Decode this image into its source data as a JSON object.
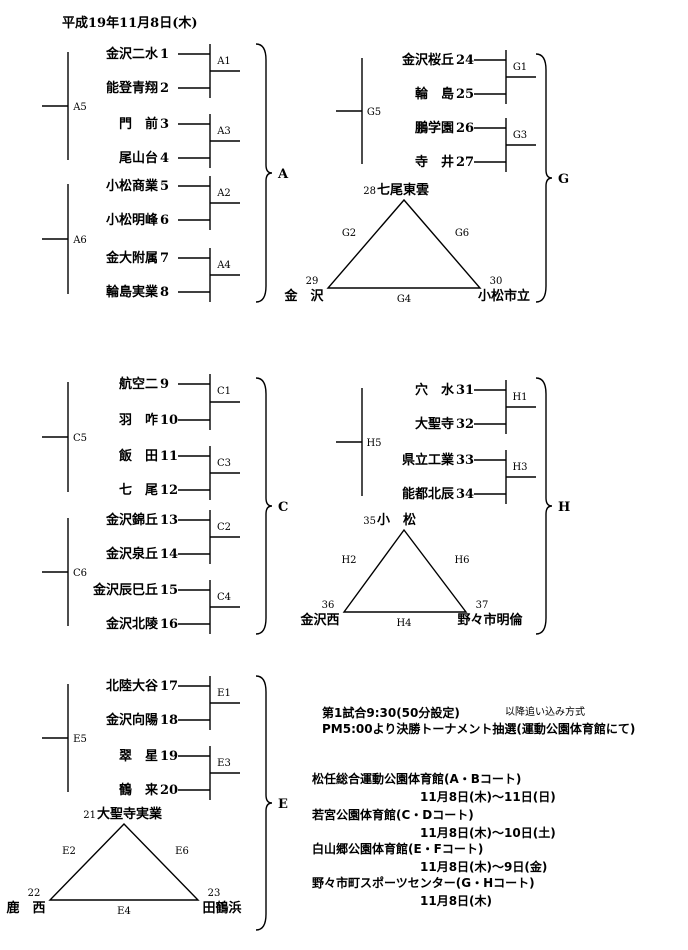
{
  "date": "平成19年11月8日(木)",
  "groups": [
    {
      "letter": "A",
      "teams": [
        {
          "name": "金沢二水",
          "num": "1"
        },
        {
          "name": "能登青翔",
          "num": "2"
        },
        {
          "name": "門　前",
          "num": "3"
        },
        {
          "name": "尾山台",
          "num": "4"
        },
        {
          "name": "小松商業",
          "num": "5"
        },
        {
          "name": "小松明峰",
          "num": "6"
        },
        {
          "name": "金大附属",
          "num": "7"
        },
        {
          "name": "輪島実業",
          "num": "8"
        }
      ],
      "pair_codes": [
        "A1",
        "A3",
        "A2",
        "A4"
      ],
      "semi_codes": [
        "A5",
        "A6"
      ]
    },
    {
      "letter": "C",
      "teams": [
        {
          "name": "航空二",
          "num": "9"
        },
        {
          "name": "羽　咋",
          "num": "10"
        },
        {
          "name": "飯　田",
          "num": "11"
        },
        {
          "name": "七　尾",
          "num": "12"
        },
        {
          "name": "金沢錦丘",
          "num": "13"
        },
        {
          "name": "金沢泉丘",
          "num": "14"
        },
        {
          "name": "金沢辰巳丘",
          "num": "15"
        },
        {
          "name": "金沢北陵",
          "num": "16"
        }
      ],
      "pair_codes": [
        "C1",
        "C3",
        "C2",
        "C4"
      ],
      "semi_codes": [
        "C5",
        "C6"
      ]
    },
    {
      "letter": "E",
      "teams": [
        {
          "name": "北陸大谷",
          "num": "17"
        },
        {
          "name": "金沢向陽",
          "num": "18"
        },
        {
          "name": "翠　星",
          "num": "19"
        },
        {
          "name": "鶴　来",
          "num": "20"
        }
      ],
      "pair_codes": [
        "E1",
        "E3"
      ],
      "semi_codes": [
        "E5"
      ],
      "triangle": {
        "top": {
          "num": "21",
          "name": "大聖寺実業"
        },
        "left": {
          "num": "22",
          "name": "鹿　西"
        },
        "right": {
          "num": "23",
          "name": "田鶴浜"
        },
        "codes": {
          "left": "E2",
          "right": "E6",
          "bottom": "E4"
        }
      }
    },
    {
      "letter": "G",
      "teams": [
        {
          "name": "金沢桜丘",
          "num": "24"
        },
        {
          "name": "輪　島",
          "num": "25"
        },
        {
          "name": "鵬学園",
          "num": "26"
        },
        {
          "name": "寺　井",
          "num": "27"
        }
      ],
      "pair_codes": [
        "G1",
        "G3"
      ],
      "semi_codes": [
        "G5"
      ],
      "triangle": {
        "top": {
          "num": "28",
          "name": "七尾東雲"
        },
        "left": {
          "num": "29",
          "name": "金　沢"
        },
        "right": {
          "num": "30",
          "name": "小松市立"
        },
        "codes": {
          "left": "G2",
          "right": "G6",
          "bottom": "G4"
        }
      }
    },
    {
      "letter": "H",
      "teams": [
        {
          "name": "穴　水",
          "num": "31"
        },
        {
          "name": "大聖寺",
          "num": "32"
        },
        {
          "name": "県立工業",
          "num": "33"
        },
        {
          "name": "能都北辰",
          "num": "34"
        }
      ],
      "pair_codes": [
        "H1",
        "H3"
      ],
      "semi_codes": [
        "H5"
      ],
      "triangle": {
        "top": {
          "num": "35",
          "name": "小　松"
        },
        "left": {
          "num": "36",
          "name": "金沢西"
        },
        "right": {
          "num": "37",
          "name": "野々市明倫"
        },
        "codes": {
          "left": "H2",
          "right": "H6",
          "bottom": "H4"
        }
      }
    }
  ],
  "info": {
    "first_match": "第1試合9:30(50分設定)",
    "first_match_note": "以降追い込み方式",
    "pm_note": "PM5:00より決勝トーナメント抽選(運動公園体育館にて)",
    "venues": [
      {
        "name": "松任総合運動公園体育館(A・Bコート)",
        "dates": "11月8日(木)～11日(日)"
      },
      {
        "name": "若宮公園体育館(C・Dコート)",
        "dates": "11月8日(木)～10日(土)"
      },
      {
        "name": "白山郷公園体育館(E・Fコート)",
        "dates": "11月8日(木)～9日(金)"
      },
      {
        "name": "野々市町スポーツセンター(G・Hコート)",
        "dates": "11月8日(木)"
      }
    ]
  }
}
